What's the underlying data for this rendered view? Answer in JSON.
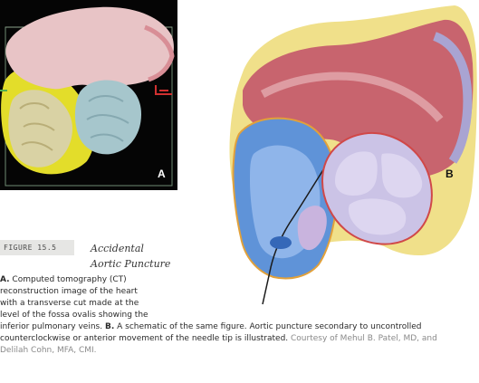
{
  "figure": {
    "panel_a_label": "A",
    "panel_b_label": "B",
    "number_label": "FIGURE 15.5",
    "title_lines": [
      "Accidental",
      "Aortic Puncture"
    ]
  },
  "caption": {
    "a_marker": "A.",
    "a_lines": [
      " Computed tomography (CT)",
      "reconstruction image of the heart",
      "with a transverse cut made at the",
      "level of the fossa ovalis showing the",
      "inferior pulmonary veins. "
    ],
    "b_marker": "B.",
    "b_line1_rest": " A schematic of the same figure. Aortic puncture secondary to uncontrolled",
    "b_line2": "counterclockwise or anterior movement of the needle tip is illustrated. ",
    "credit_line2": "Courtesy of Mehul B. Patel, MD, and",
    "credit_line3": "Delilah Cohn, MFA, CMI."
  },
  "colors": {
    "ct_background": "#050505",
    "left_atrium": "#e8c4c6",
    "yellow_tissue": "#e3dd2a",
    "aorta_blue": "#a6c6cc",
    "fat_yellow": "#f0e08a",
    "atrium_red": "#c8646e",
    "atrium_blue": "#5f93d8",
    "aortic_valve": "#cbc3e6",
    "figure_box_bg": "#e6e6e4",
    "credit_text": "#8a8a8a"
  }
}
